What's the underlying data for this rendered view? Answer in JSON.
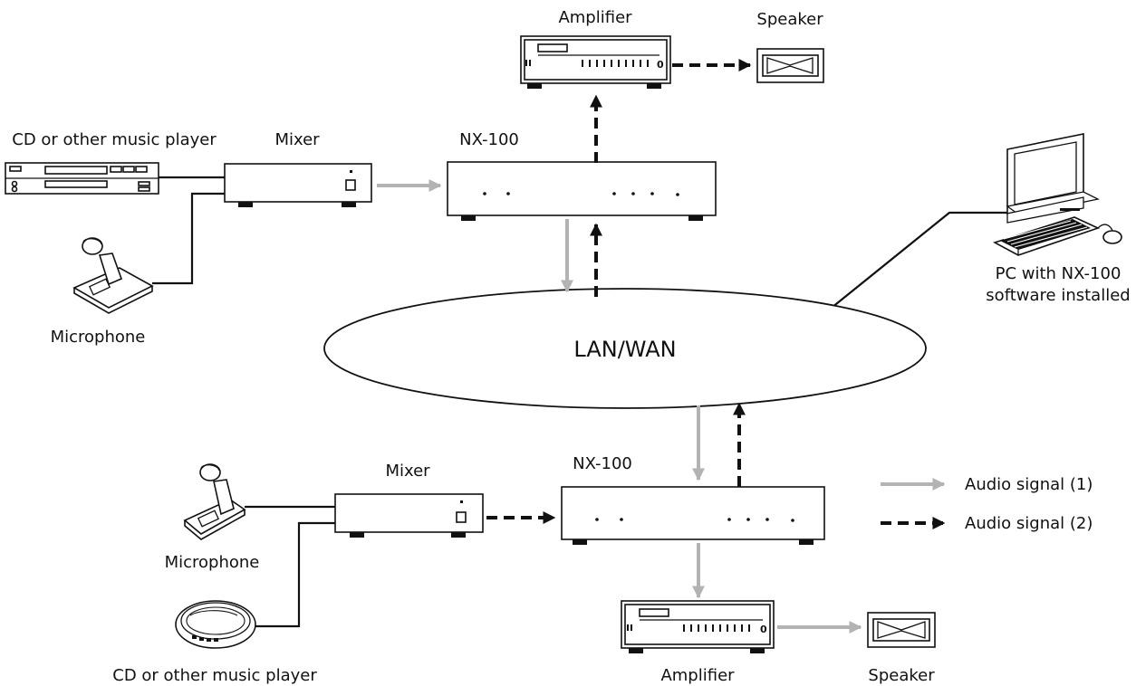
{
  "labels": {
    "top_amplifier": "Amplifier",
    "top_speaker": "Speaker",
    "top_cd_player": "CD or other music player",
    "top_mixer": "Mixer",
    "top_nx100": "NX-100",
    "top_microphone": "Microphone",
    "pc_line1": "PC with NX-100",
    "pc_line2": "software installed",
    "network": "LAN/WAN",
    "bottom_mixer": "Mixer",
    "bottom_nx100": "NX-100",
    "bottom_microphone": "Microphone",
    "bottom_cd_player": "CD or other music player",
    "bottom_amplifier": "Amplifier",
    "bottom_speaker": "Speaker"
  },
  "legend": {
    "signal1": "Audio signal (1)",
    "signal2": "Audio signal (2)"
  },
  "colors": {
    "audio_signal_1": "#b3b3b3",
    "audio_signal_2": "#111111"
  },
  "icons": {
    "amplifier": "amplifier-icon",
    "speaker": "speaker-icon",
    "cd_player": "cd-player-icon",
    "portable_cd_player": "portable-cd-player-icon",
    "mixer": "mixer-icon",
    "microphone": "microphone-icon",
    "nx100": "nx100-unit-icon",
    "pc": "pc-icon"
  }
}
